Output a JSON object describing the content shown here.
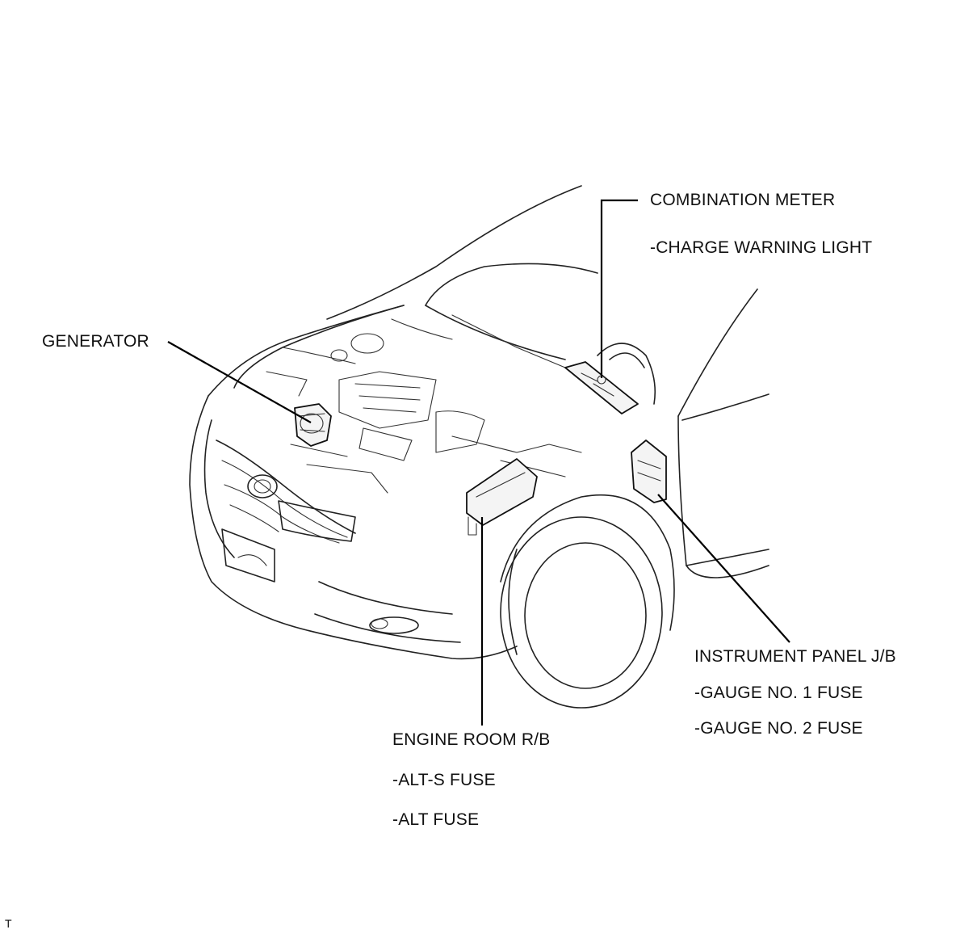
{
  "labels": {
    "generator": "GENERATOR",
    "combination_meter": {
      "title": "COMBINATION METER",
      "items": [
        "-CHARGE WARNING LIGHT"
      ]
    },
    "engine_room_rb": {
      "title": "ENGINE ROOM R/B",
      "items": [
        "-ALT-S FUSE",
        "-ALT FUSE"
      ]
    },
    "instrument_panel_jb": {
      "title": "INSTRUMENT PANEL J/B",
      "items": [
        "-GAUGE NO. 1 FUSE",
        "-GAUGE NO. 2 FUSE"
      ]
    },
    "corner_mark": "T"
  }
}
